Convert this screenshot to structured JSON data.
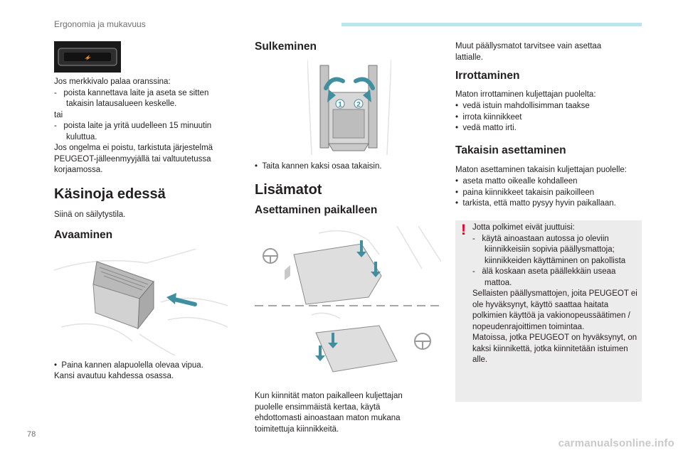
{
  "header": {
    "section_title": "Ergonomia ja mukavuus"
  },
  "page_number": "78",
  "watermark": "carmanualsonline.info",
  "col1": {
    "lines1": [
      "Jos merkkivalo palaa oranssina:",
      "-   poista kannettava laite ja aseta se sitten takaisin latausalueen keskelle.",
      "tai",
      "-   poista laite ja yritä uudelleen 15 minuutin kuluttua.",
      "Jos ongelma ei poistu, tarkistuta järjestelmä PEUGEOT-jälleenmyyjällä tai valtuutetussa korjaamossa."
    ],
    "heading": "Käsinoja edessä",
    "intro": "Siinä on säilytystila.",
    "subheading": "Avaaminen",
    "step": "•  Paina kannen alapuolella olevaa vipua.",
    "after": "Kansi avautuu kahdessa osassa."
  },
  "col2": {
    "heading_close": "Sulkeminen",
    "step_close": "•  Taita kannen kaksi osaa takaisin.",
    "heading": "Lisämatot",
    "subheading": "Asettaminen paikalleen",
    "para": "Kun kiinnität maton paikalleen kuljettajan puolelle ensimmäistä kertaa, käytä ehdottomasti ainoastaan maton mukana toimitettuja kiinnikkeitä."
  },
  "col3": {
    "intro": "Muut päällysmatot tarvitsee vain asettaa lattialle.",
    "heading_remove": "Irrottaminen",
    "remove_intro": "Maton irrottaminen kuljettajan puolelta:",
    "remove_steps": [
      "•  vedä istuin mahdollisimman taakse",
      "•  irrota kiinnikkeet",
      "•  vedä matto irti."
    ],
    "heading_refit": "Takaisin asettaminen",
    "refit_intro": "Maton asettaminen takaisin kuljettajan puolelle:",
    "refit_steps": [
      "•  aseta matto oikealle kohdalleen",
      "•  paina kiinnikkeet takaisin paikoilleen",
      "•  tarkista, että matto pysyy hyvin paikallaan."
    ]
  },
  "note": {
    "icon": "!",
    "lines": [
      "Jotta polkimet eivät juuttuisi:",
      "-   käytä ainoastaan autossa jo oleviin kiinnikkeisiin sopivia päällysmattoja; kiinnikkeiden käyttäminen on pakollista",
      "-   älä koskaan aseta päällekkäin useaa mattoa.",
      "Sellaisten päällysmattojen, joita PEUGEOT ei ole hyväksynyt, käyttö saattaa haitata polkimien käyttöä ja vakionopeussäätimen / nopeudenrajoittimen toimintaa.",
      "Matoissa, jotka PEUGEOT on hyväksynyt, on kaksi kiinnikettä, jotka kiinnitetään istuimen alle."
    ]
  },
  "figures": {
    "num1": "1",
    "num2": "2"
  },
  "colors": {
    "accent": "#bfe3ea",
    "warning": "#e4002b",
    "note_bg": "#ececed",
    "arrow": "#3f8fa0"
  }
}
